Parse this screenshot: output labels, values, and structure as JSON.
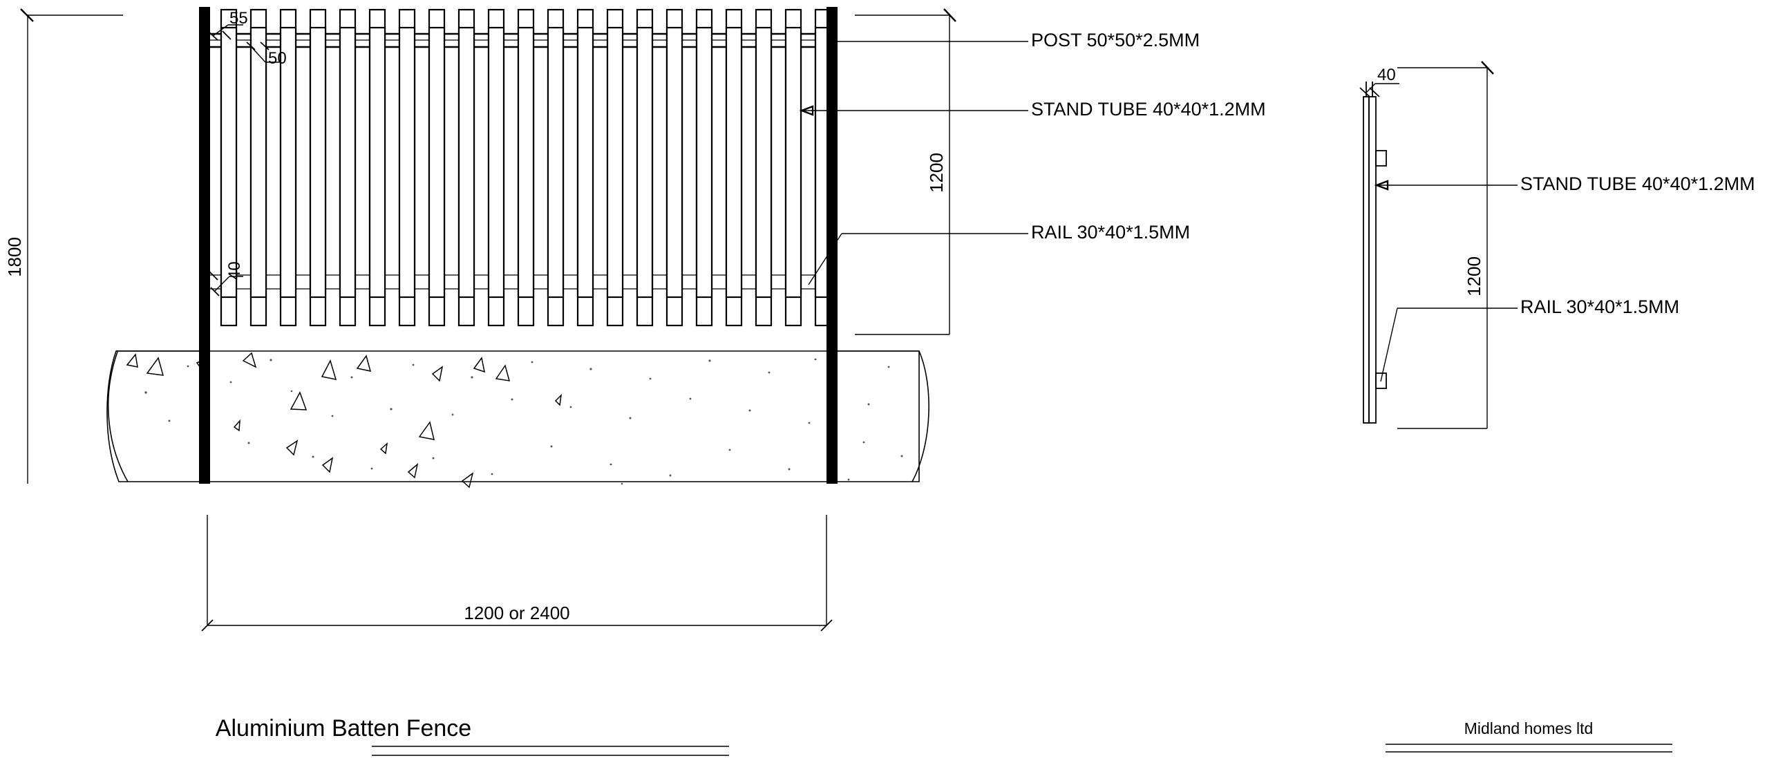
{
  "drawing": {
    "title": "Aluminium Batten Fence",
    "company": "Midland homes ltd",
    "views": {
      "front": {
        "name": "front-elevation",
        "dimensions": {
          "overall_height": "1800",
          "fence_height": "1200",
          "overall_width": "1200 or 2400",
          "batten_width": "55",
          "batten_gap": "50",
          "rail_height": "40"
        },
        "callouts": [
          {
            "key": "post",
            "label": "POST 50*50*2.5MM"
          },
          {
            "key": "stand_tube",
            "label": "STAND TUBE 40*40*1.2MM"
          },
          {
            "key": "rail",
            "label": "RAIL 30*40*1.5MM"
          }
        ]
      },
      "side": {
        "name": "side-elevation",
        "dimensions": {
          "post_width": "40",
          "fence_height": "1200"
        },
        "callouts": [
          {
            "key": "stand_tube",
            "label": "STAND TUBE 40*40*1.2MM"
          },
          {
            "key": "rail",
            "label": "RAIL 30*40*1.5MM"
          }
        ]
      }
    },
    "colors": {
      "line": "#000000",
      "post_fill": "#000000",
      "background": "#ffffff",
      "aggregate_dot": "#555555"
    }
  }
}
